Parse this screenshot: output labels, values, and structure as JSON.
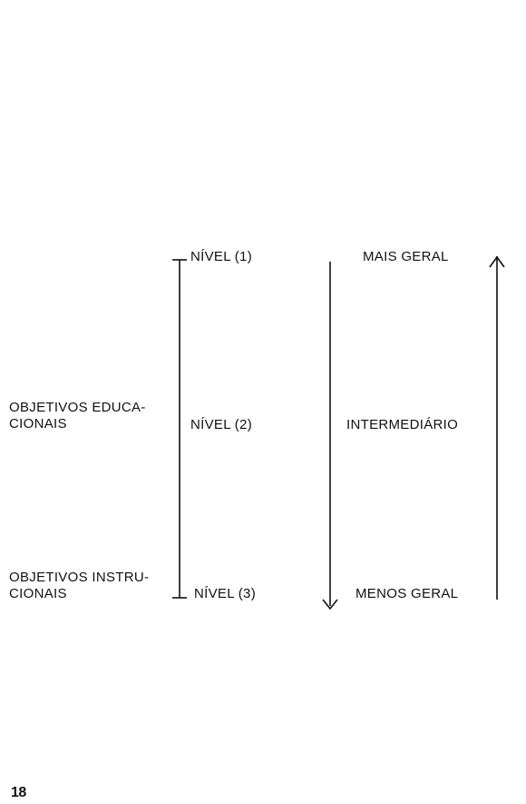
{
  "levels": [
    {
      "label": "NÍVEL (1)",
      "generality": "MAIS GERAL"
    },
    {
      "label": "NÍVEL (2)",
      "generality": "INTERMEDIÁRIO"
    },
    {
      "label": "NÍVEL (3)",
      "generality": "MENOS GERAL"
    }
  ],
  "left_labels": {
    "educacionais": [
      "OBJETIVOS EDUCA-",
      "CIONAIS"
    ],
    "instrucionais": [
      "OBJETIVOS INSTRU-",
      "CIONAIS"
    ]
  },
  "page_number": "18"
}
